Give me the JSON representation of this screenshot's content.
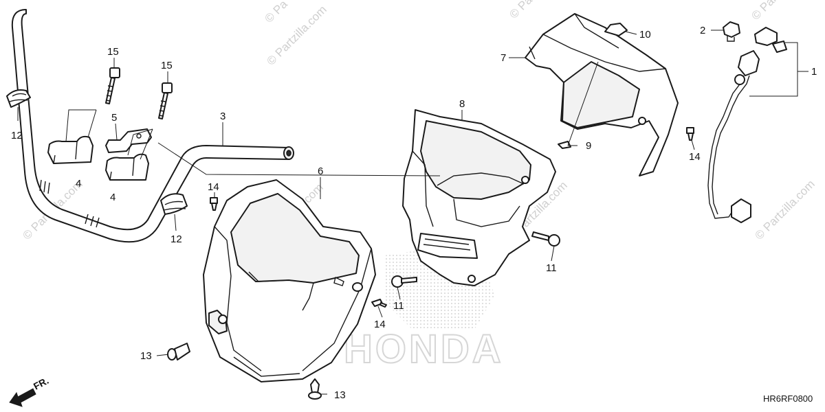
{
  "watermark": {
    "text": "© Partzilla.com",
    "top_fragment": "© Pa"
  },
  "brand_logo": "HONDA",
  "diagram_code": "HR6RF0800",
  "front_indicator": "FR.",
  "callouts": {
    "c1": "1",
    "c2": "2",
    "c3": "3",
    "c4a": "4",
    "c4b": "4",
    "c5": "5",
    "c6": "6",
    "c7": "7",
    "c8": "8",
    "c9": "9",
    "c10": "10",
    "c11a": "11",
    "c11b": "11",
    "c12a": "12",
    "c12b": "12",
    "c13a": "13",
    "c13b": "13",
    "c14a": "14",
    "c14b": "14",
    "c14c": "14",
    "c15a": "15",
    "c15b": "15"
  }
}
